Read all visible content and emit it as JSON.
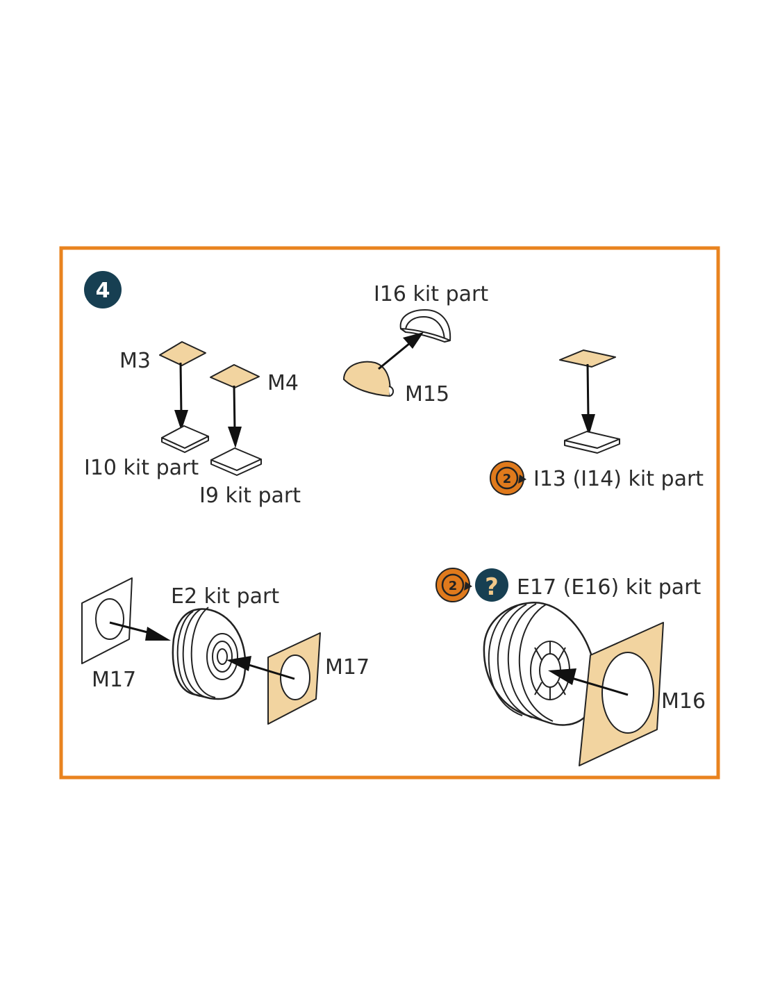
{
  "step": {
    "number": "4"
  },
  "colors": {
    "frame": "#e9831f",
    "badge": "#173f52",
    "photoetch": "#f2d4a0",
    "symbol_orange": "#e07a1c"
  },
  "labels": {
    "m3": "M3",
    "m4": "M4",
    "i10": "I10 kit part",
    "i9": "I9 kit part",
    "i16": "I16 kit part",
    "m15": "M15",
    "i13": "I13 (I14) kit part",
    "e2": "E2 kit part",
    "m17_left": "M17",
    "m17_right": "M17",
    "e17": "E17 (E16) kit part",
    "m16": "M16"
  },
  "symbols": {
    "repeat_text": "2",
    "question_text": "?",
    "repeat_icon": "repeat-x2-icon",
    "question_icon": "question-icon"
  }
}
